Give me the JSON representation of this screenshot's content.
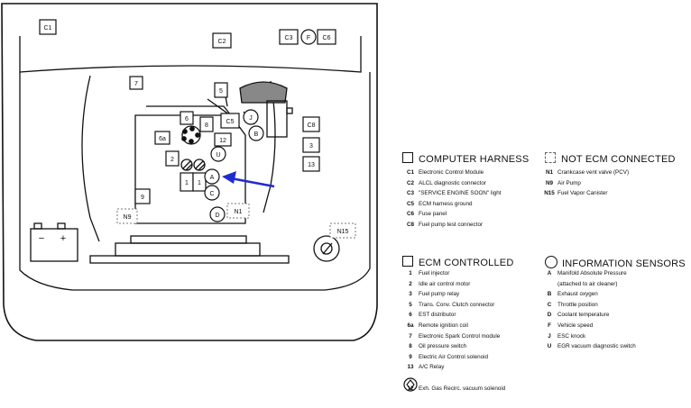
{
  "diagram_labels": {
    "C1": "C1",
    "C2": "C2",
    "C3": "C3",
    "F": "F",
    "C6": "C6",
    "n7": "7",
    "n5": "5",
    "C5": "C5",
    "J": "J",
    "n6": "6",
    "n8": "8",
    "n6a": "6a",
    "n12": "12",
    "B": "B",
    "C8": "C8",
    "n3": "3",
    "n13": "13",
    "n2": "2",
    "U": "U",
    "A": "A",
    "n1a": "1",
    "n1b": "1",
    "C": "C",
    "n9": "9",
    "N9": "N9",
    "D": "D",
    "N1": "N1",
    "N15": "N15",
    "minus": "−",
    "plus": "+"
  },
  "legend": {
    "computer_harness": {
      "title": "COMPUTER HARNESS",
      "items": [
        {
          "key": "C1",
          "text": "Electronic Control Module"
        },
        {
          "key": "C2",
          "text": "ALCL diagnostic connector"
        },
        {
          "key": "C3",
          "text": "\"SERVICE ENGINE SOON\" light"
        },
        {
          "key": "C5",
          "text": "ECM harness ground"
        },
        {
          "key": "C6",
          "text": "Fuse panel"
        },
        {
          "key": "C8",
          "text": "Fuel pump test connector"
        }
      ]
    },
    "not_ecm": {
      "title": "NOT ECM CONNECTED",
      "items": [
        {
          "key": "N1",
          "text": "Crankcase vent valve (PCV)"
        },
        {
          "key": "N9",
          "text": "Air Pump"
        },
        {
          "key": "N15",
          "text": "Fuel Vapor Canister"
        }
      ]
    },
    "ecm_controlled": {
      "title": "ECM CONTROLLED",
      "items": [
        {
          "key": "1",
          "text": "Fuel injector"
        },
        {
          "key": "2",
          "text": "Idle air control motor"
        },
        {
          "key": "3",
          "text": "Fuel pump relay"
        },
        {
          "key": "5",
          "text": "Trans. Conv. Clutch connector"
        },
        {
          "key": "6",
          "text": "EST distributor"
        },
        {
          "key": "6a",
          "text": "Remote ignition coil"
        },
        {
          "key": "7",
          "text": "Electronic Spark Control module"
        },
        {
          "key": "8",
          "text": "Oil pressure switch"
        },
        {
          "key": "9",
          "text": "Electric Air Control solenoid"
        },
        {
          "key": "13",
          "text": "A/C Relay"
        },
        {
          "key": "12",
          "text": "Exh. Gas Recirc. vacuum solenoid"
        }
      ]
    },
    "info_sensors": {
      "title": "INFORMATION SENSORS",
      "items": [
        {
          "key": "A",
          "text": "Manifold Absolute Pressure"
        },
        {
          "key": "",
          "text": "(attached to air cleaner)"
        },
        {
          "key": "B",
          "text": "Exhaust oxygen"
        },
        {
          "key": "C",
          "text": "Throttle position"
        },
        {
          "key": "D",
          "text": "Coolant temperature"
        },
        {
          "key": "F",
          "text": "Vehicle speed"
        },
        {
          "key": "J",
          "text": "ESC knock"
        },
        {
          "key": "U",
          "text": "EGR vacuum diagnostic switch"
        }
      ]
    }
  },
  "colors": {
    "arrow": "#1f2bd1",
    "line": "#111111",
    "dashed": "#777777"
  }
}
